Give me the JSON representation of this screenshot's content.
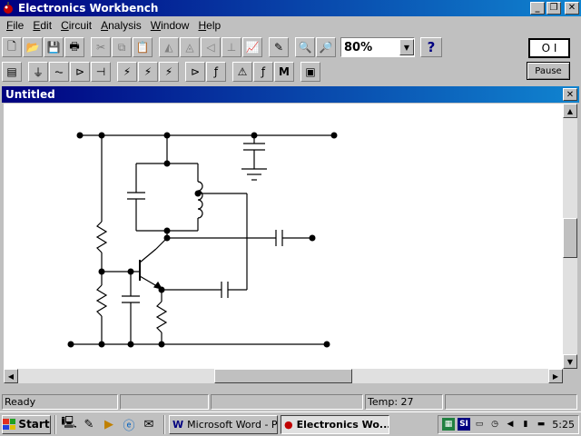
{
  "app": {
    "title": "Electronics Workbench",
    "caption_buttons": {
      "minimize": "_",
      "restore": "❐",
      "close": "✕"
    }
  },
  "menu": [
    {
      "label": "File",
      "key": "F",
      "rest": "ile"
    },
    {
      "label": "Edit",
      "key": "E",
      "rest": "dit"
    },
    {
      "label": "Circuit",
      "key": "C",
      "rest": "ircuit"
    },
    {
      "label": "Analysis",
      "key": "A",
      "rest": "nalysis"
    },
    {
      "label": "Window",
      "key": "W",
      "rest": "indow"
    },
    {
      "label": "Help",
      "key": "H",
      "rest": "elp"
    }
  ],
  "toolbar": {
    "zoom_value": "80%",
    "help_label": "?",
    "icons": {
      "new": "🗋",
      "open": "📂",
      "save": "💾",
      "print": "🖶",
      "cut": "✂",
      "copy": "⧉",
      "paste": "📋",
      "rotate": "◭",
      "flip_h": "◬",
      "flip_v": "◁",
      "subcircuit": "⊥",
      "graph": "📈",
      "description": "✎",
      "zoom_out": "🔍",
      "zoom_in": "🔎"
    }
  },
  "parts_bin": {
    "icons": [
      "▤",
      "⏚",
      "⏦",
      "⊳",
      "⊣",
      "⚡",
      "⚡",
      "⚡",
      "⊳",
      "ƒ",
      "⚠",
      "ƒ",
      "M",
      "▣"
    ],
    "labels": [
      "",
      "",
      "",
      "",
      "",
      "",
      "",
      "",
      "",
      "",
      "",
      "",
      "M",
      ""
    ]
  },
  "power_switch": {
    "label": "O I"
  },
  "pause_button": {
    "label": "Pause"
  },
  "document": {
    "title": "Untitled",
    "close": "✕"
  },
  "status": {
    "message": "Ready",
    "temp": "Temp:  27"
  },
  "taskbar": {
    "start_label": "Start",
    "tasks": [
      {
        "label": "Microsoft Word - P...",
        "icon": "W",
        "active": false
      },
      {
        "label": "Electronics Wo...",
        "icon": "●",
        "active": true
      }
    ],
    "clock": "5:25"
  },
  "colors": {
    "titlebar_start": "#000080",
    "titlebar_end": "#1084d0",
    "window_bg": "#c0c0c0",
    "canvas_bg": "#ffffff",
    "wire": "#000000"
  }
}
